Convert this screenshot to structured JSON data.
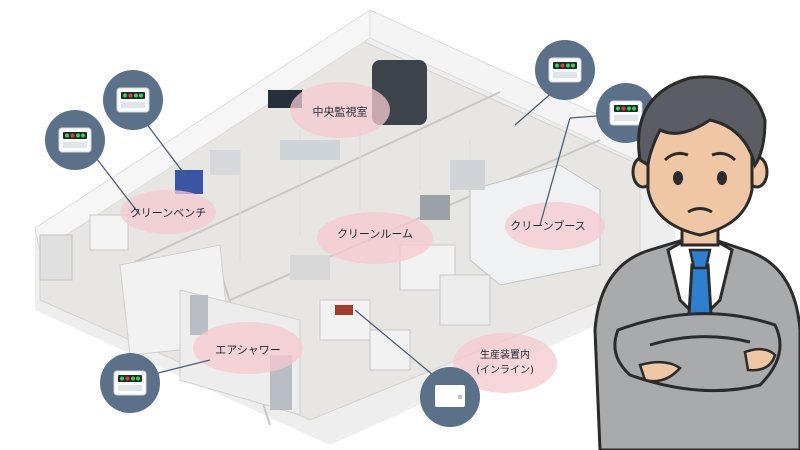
{
  "labels": {
    "central_monitoring": "中央監視室",
    "clean_bench": "クリーンベンチ",
    "clean_room": "クリーンルーム",
    "clean_booth": "クリーンブース",
    "air_shower": "エアシャワー",
    "production_line_1": "生産装置内",
    "production_line_2": "(インライン)"
  },
  "icons": [
    "particle-counter-icon",
    "wireless-sensor-icon",
    "worried-businessman-icon"
  ],
  "colors": {
    "zone_highlight": "#f6c9cf",
    "callout_circle": "#5b7089",
    "callout_line": "#4a6076",
    "floor": "#ece9e6",
    "wall": "#f7f7f7",
    "suit": "#a9aaac",
    "tie": "#2f7fcf"
  }
}
